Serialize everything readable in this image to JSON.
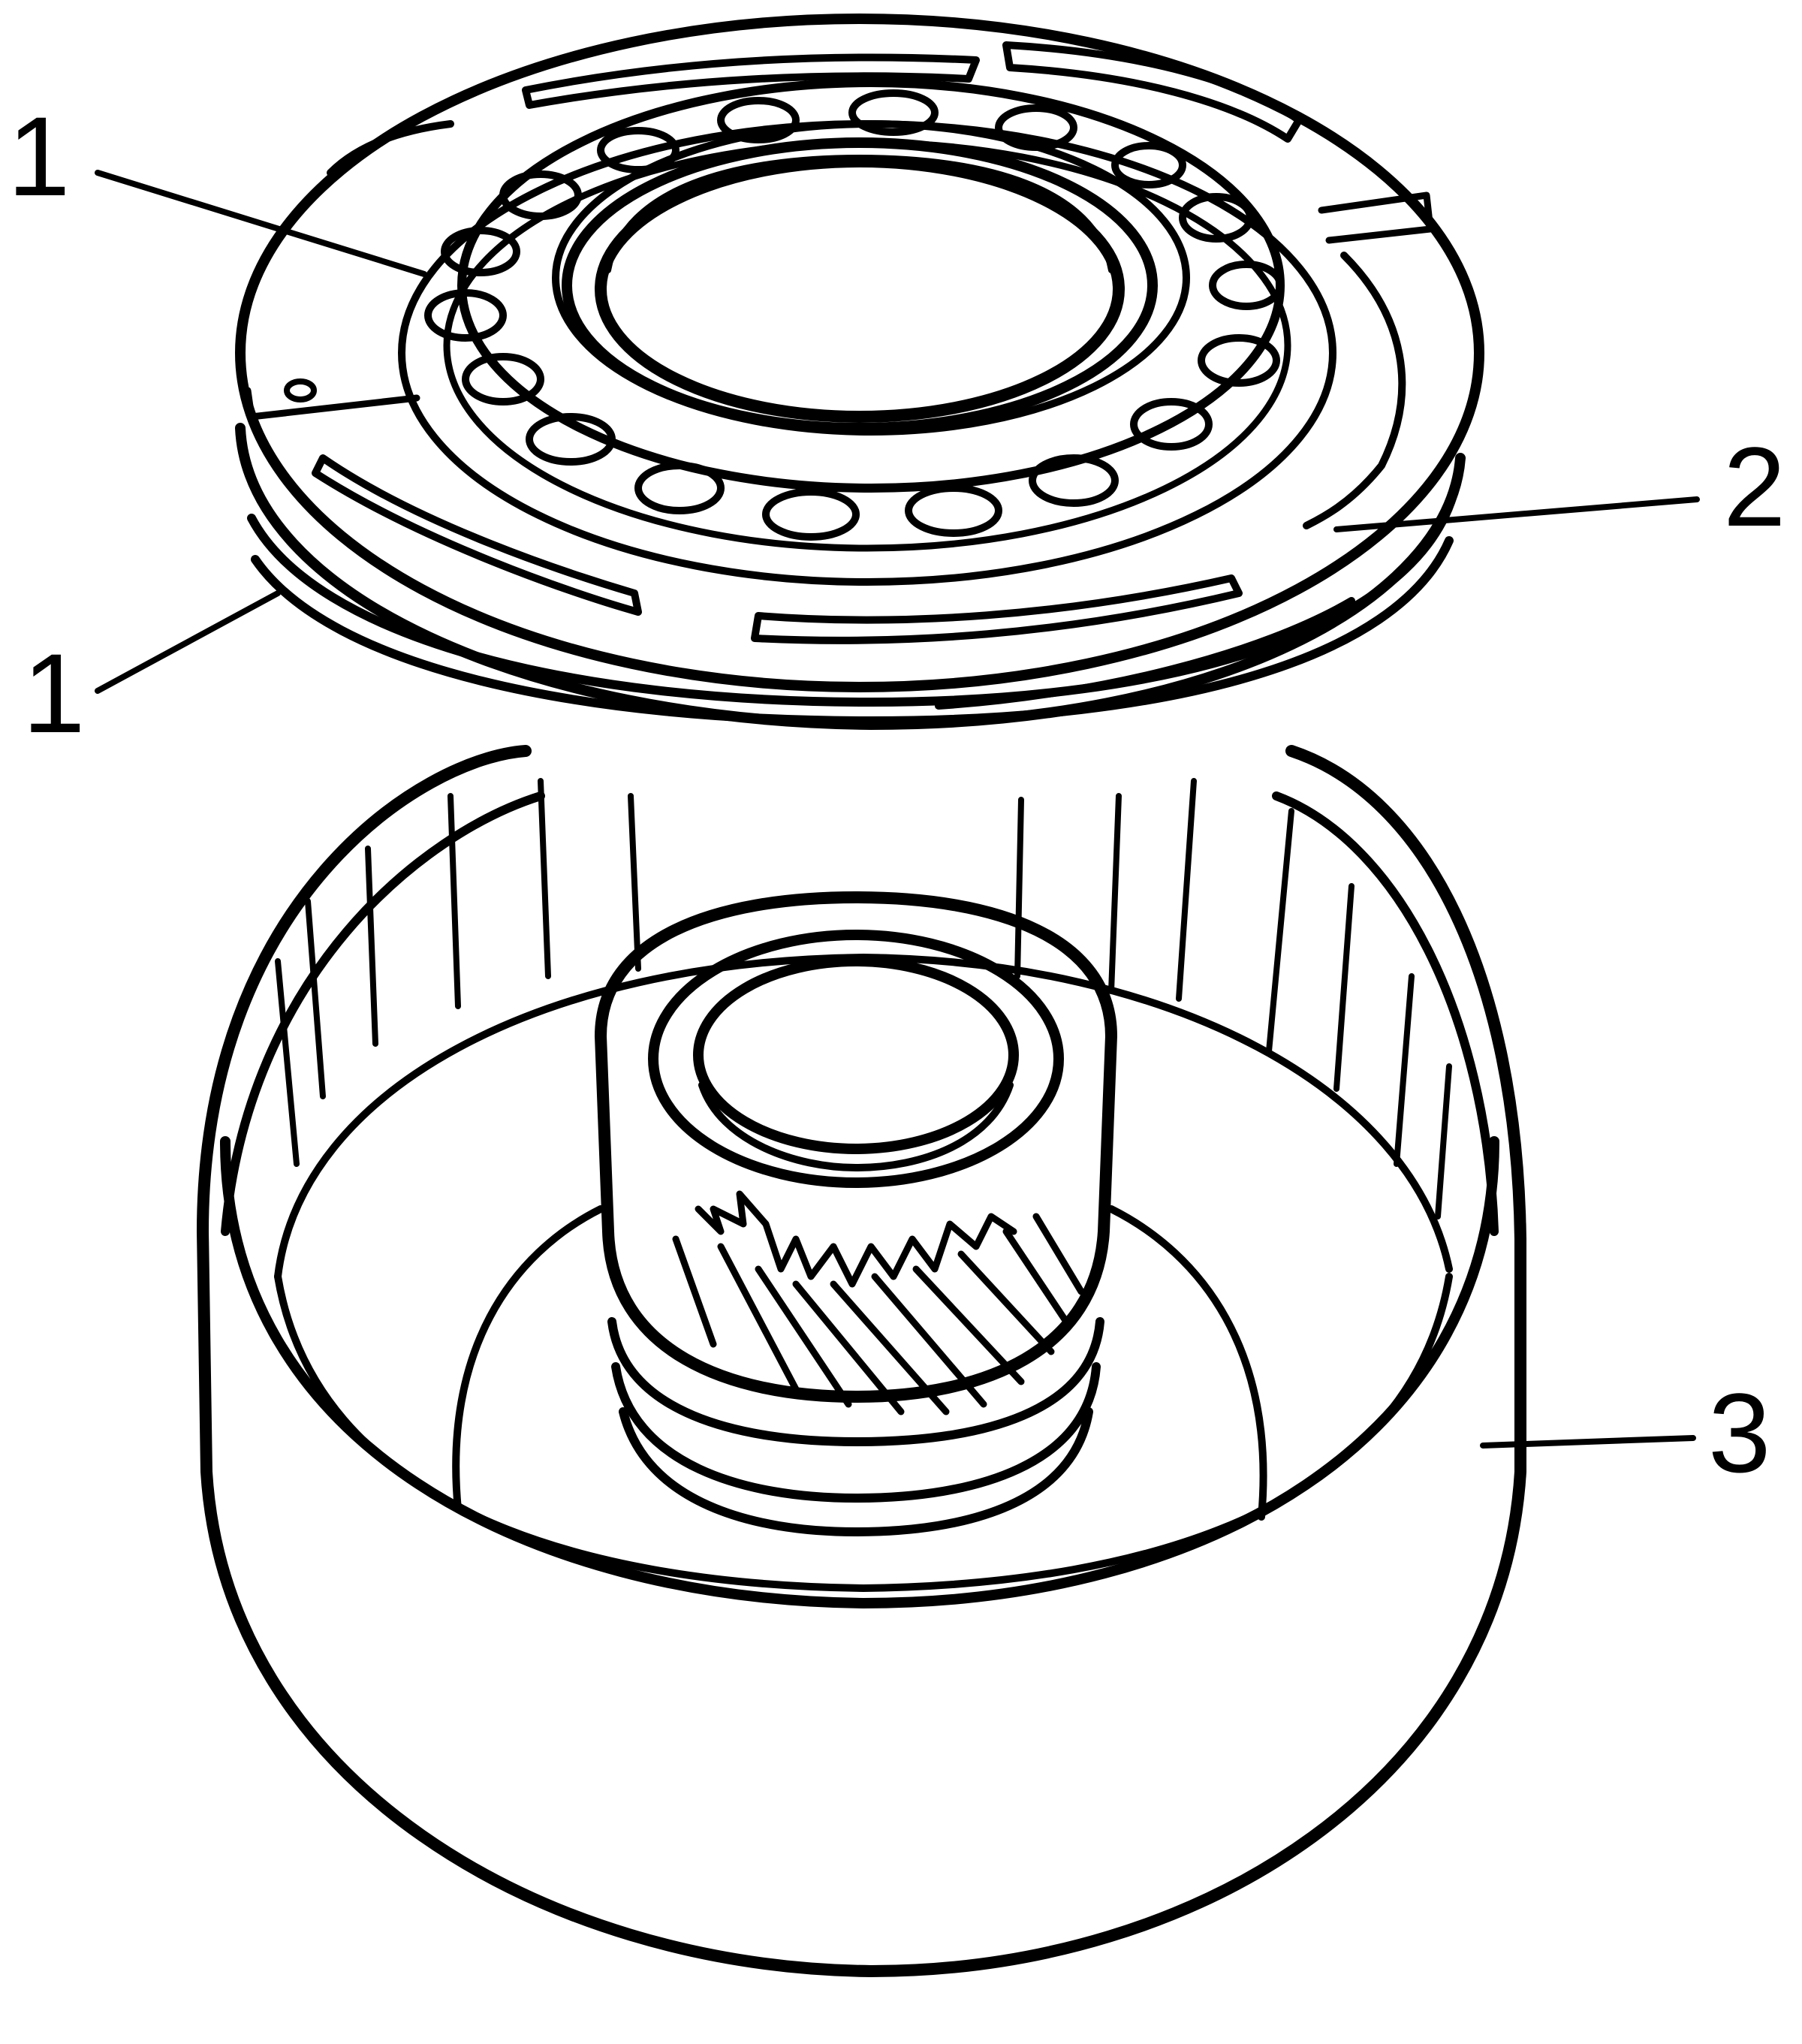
{
  "diagram": {
    "callouts": [
      {
        "id": "callout-1-top",
        "label": "1"
      },
      {
        "id": "callout-2",
        "label": "2"
      },
      {
        "id": "callout-1-bottom",
        "label": "1"
      },
      {
        "id": "callout-3",
        "label": "3"
      }
    ],
    "colors": {
      "ink": "#000000",
      "background": "#ffffff"
    }
  }
}
